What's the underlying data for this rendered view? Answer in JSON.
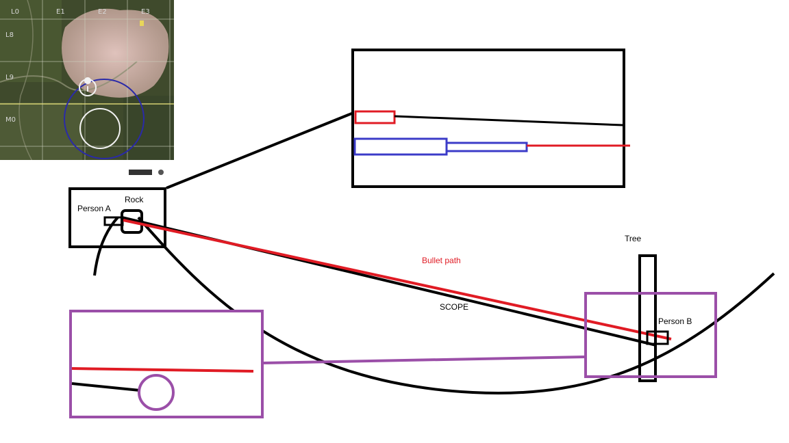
{
  "labels": {
    "person_a": "Person A",
    "rock": "Rock",
    "tree": "Tree",
    "person_b": "Person B",
    "bullet_path": "Bullet path",
    "scope": "SCOPE"
  },
  "minimap": {
    "col_labels": [
      "L0",
      "E1",
      "E2",
      "E3"
    ],
    "row_labels": [
      "L8",
      "L9",
      "M0"
    ]
  },
  "colors": {
    "bullet": "#e01b24",
    "scope_line": "#000000",
    "zoom_box_purple": "#9b4fa8",
    "zoom_box_blue": "#3b3bc8",
    "minimap_ring": "#2a2aa8"
  }
}
